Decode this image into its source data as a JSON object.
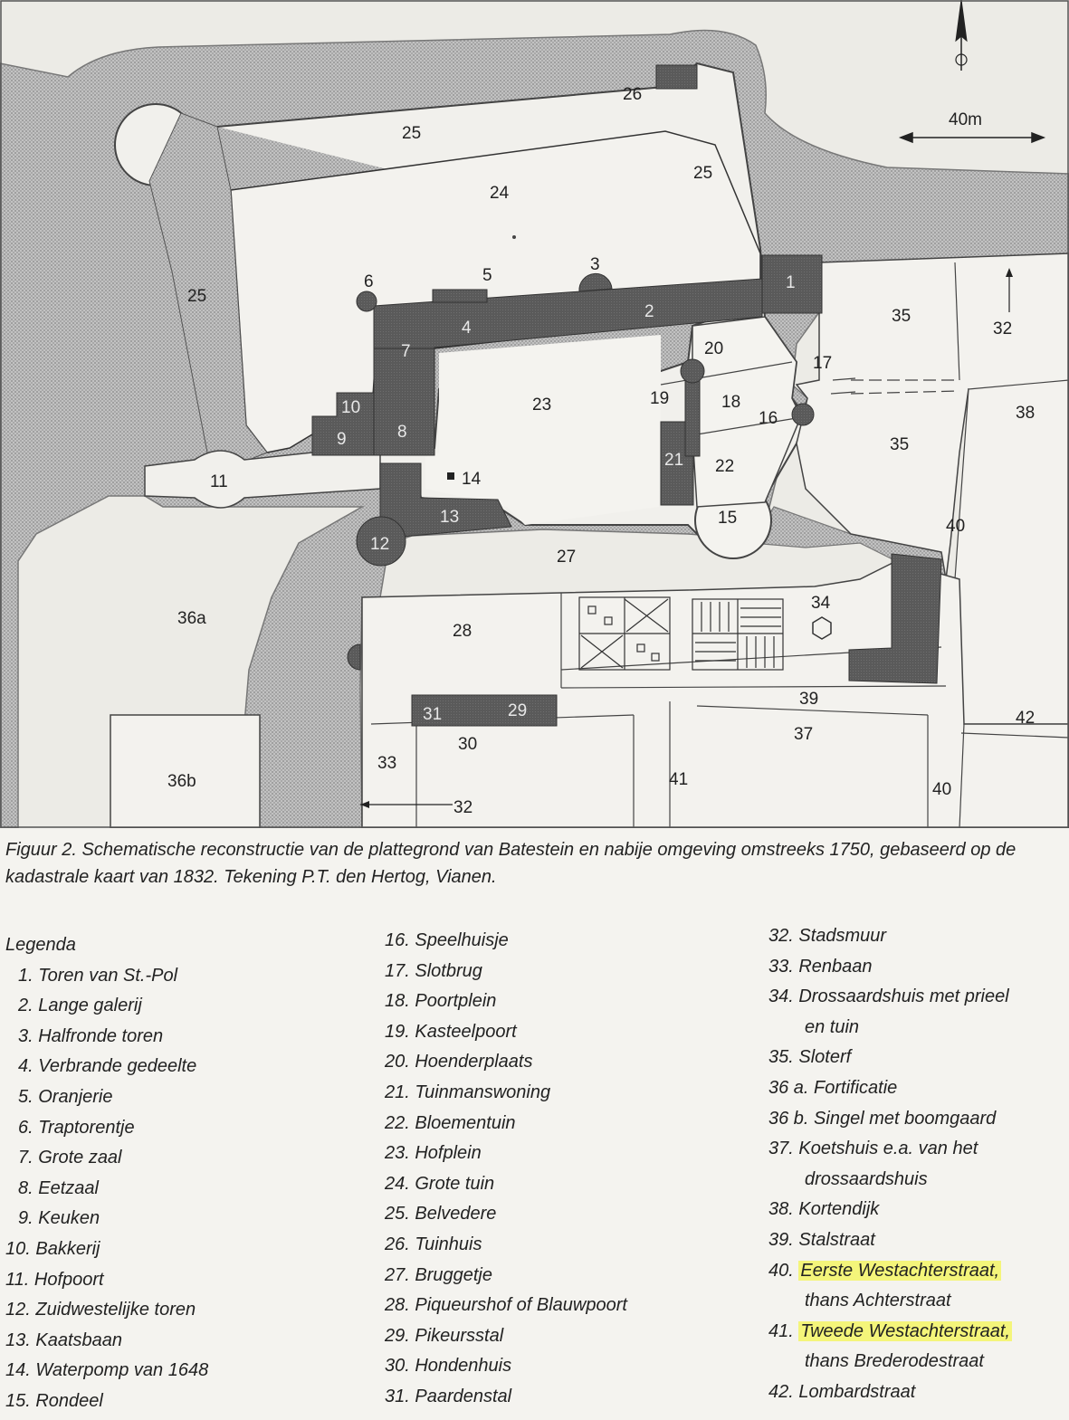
{
  "map": {
    "scale_label": "40m",
    "labels": {
      "l1": "1",
      "l2": "2",
      "l3": "3",
      "l4": "4",
      "l5": "5",
      "l6": "6",
      "l7": "7",
      "l8": "8",
      "l9": "9",
      "l10": "10",
      "l11": "11",
      "l12": "12",
      "l13": "13",
      "l14": "14",
      "l15": "15",
      "l16": "16",
      "l17": "17",
      "l18": "18",
      "l19": "19",
      "l20": "20",
      "l21": "21",
      "l22": "22",
      "l23": "23",
      "l24": "24",
      "l25a": "25",
      "l25b": "25",
      "l25c": "25",
      "l26": "26",
      "l27": "27",
      "l28": "28",
      "l29": "29",
      "l30": "30",
      "l31": "31",
      "l32a": "32",
      "l32b": "32",
      "l33": "33",
      "l34": "34",
      "l35a": "35",
      "l35b": "35",
      "l36a": "36a",
      "l36b": "36b",
      "l37": "37",
      "l38": "38",
      "l39": "39",
      "l40a": "40",
      "l40b": "40",
      "l41": "41",
      "l42": "42"
    },
    "colors": {
      "hatch": "#b4b4b4",
      "building": "#5e5e5e",
      "highlight": "#f4f57a"
    }
  },
  "caption": "Figuur 2. Schematische reconstructie van de plattegrond van Batestein en nabije omgeving omstreeks 1750, gebaseerd op de kadastrale kaart van 1832. Tekening P.T. den Hertog, Vianen.",
  "legend": {
    "title": "Legenda",
    "col1": [
      "1. Toren van St.-Pol",
      "2. Lange galerij",
      "3. Halfronde toren",
      "4. Verbrande gedeelte",
      "5. Oranjerie",
      "6. Traptorentje",
      "7. Grote zaal",
      "8. Eetzaal",
      "9. Keuken",
      "10. Bakkerij",
      "11. Hofpoort",
      "12. Zuidwestelijke toren",
      "13. Kaatsbaan",
      "14. Waterpomp van 1648",
      "15. Rondeel"
    ],
    "col2": [
      "16. Speelhuisje",
      "17. Slotbrug",
      "18. Poortplein",
      "19. Kasteelpoort",
      "20. Hoenderplaats",
      "21. Tuinmanswoning",
      "22. Bloementuin",
      "23. Hofplein",
      "24. Grote tuin",
      "25. Belvedere",
      "26. Tuinhuis",
      "27. Bruggetje",
      "28. Piqueurshof of Blauwpoort",
      "29. Pikeursstal",
      "30. Hondenhuis",
      "31. Paardenstal"
    ],
    "col3": {
      "i32": "32. Stadsmuur",
      "i33": "33. Renbaan",
      "i34a": "34. Drossaardshuis met prieel",
      "i34b": "en tuin",
      "i35": "35. Sloterf",
      "i36a": "36 a. Fortificatie",
      "i36b": "36 b. Singel met boomgaard",
      "i37a": "37. Koetshuis e.a. van het",
      "i37b": "drossaardshuis",
      "i38": "38. Kortendijk",
      "i39": "39. Stalstraat",
      "i40num": "40.",
      "i40a": "Eerste Westachterstraat,",
      "i40b": "thans Achterstraat",
      "i41num": "41.",
      "i41a": "Tweede Westachterstraat,",
      "i41b": "thans Brederodestraat",
      "i42": "42. Lombardstraat"
    }
  }
}
